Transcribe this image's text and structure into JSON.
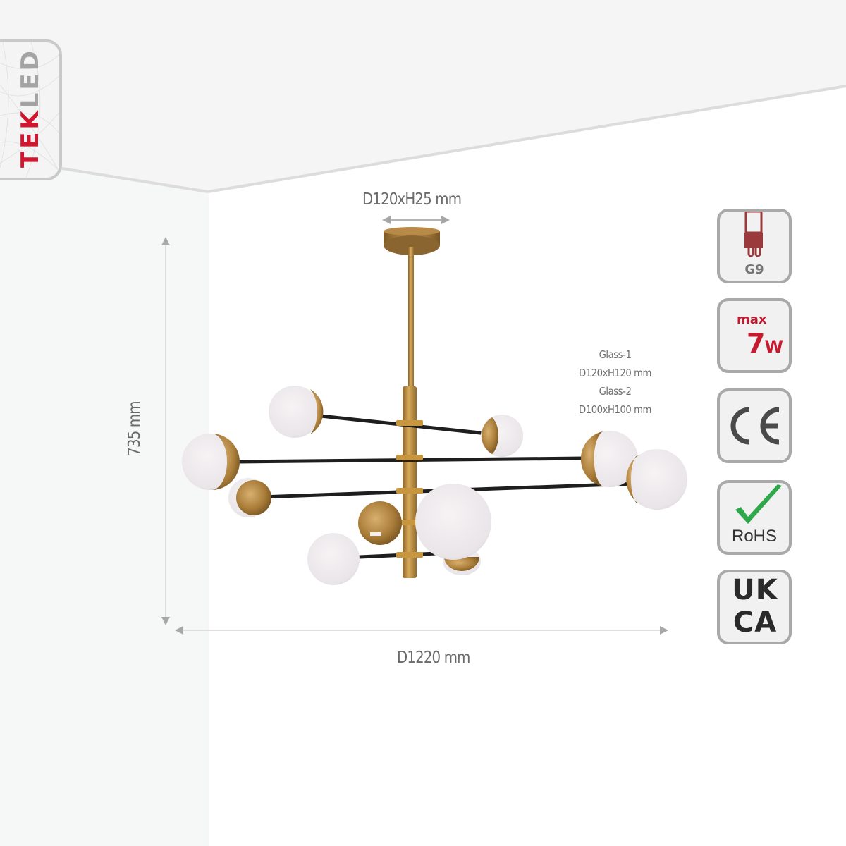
{
  "brand": {
    "logo_tek": "TEK",
    "logo_led": "LED",
    "logo_colors": {
      "tek": "#d0172f",
      "led": "#a3a3a3"
    }
  },
  "product": {
    "type": "chandelier",
    "finish_colors": {
      "brass": "#b8893e",
      "arm": "#1e1e1e",
      "glass": "#ebe8ea"
    },
    "globe_count": 10
  },
  "dimensions": {
    "canopy": "D120xH25 mm",
    "height": "735 mm",
    "diameter": "D1220 mm"
  },
  "glass_spec": {
    "glass1_label": "Glass-1",
    "glass1_size": "D120xH120 mm",
    "glass2_label": "Glass-2",
    "glass2_size": "D100xH100 mm"
  },
  "badges": [
    {
      "id": "g9",
      "label": "G9",
      "icon": "g9-bulb-icon"
    },
    {
      "id": "max-wattage",
      "prefix": "max",
      "value": "7",
      "unit": "W",
      "icon": "wattage-icon"
    },
    {
      "id": "ce",
      "label": "CE",
      "icon": "ce-mark-icon"
    },
    {
      "id": "rohs",
      "label": "RoHS",
      "icon": "checkmark-icon"
    },
    {
      "id": "ukca",
      "line1": "UK",
      "line2": "CA",
      "icon": "ukca-mark-icon"
    }
  ]
}
